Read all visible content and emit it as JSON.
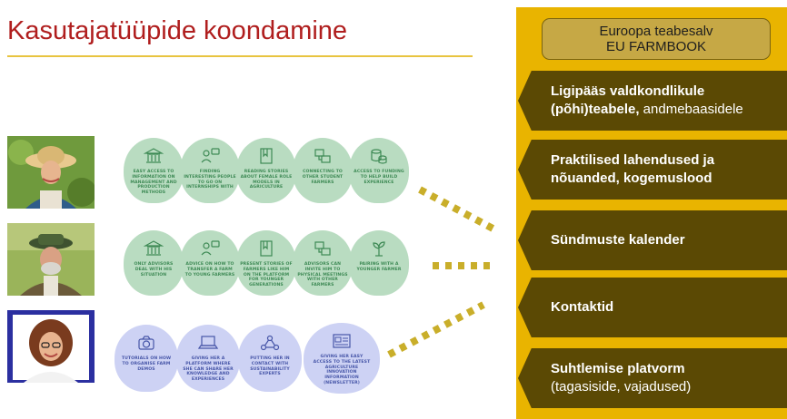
{
  "slide": {
    "title": "Kasutajatüüpide koondamine",
    "accent_color": "#e8c440",
    "title_color": "#b01e1e"
  },
  "personas": [
    {
      "bubbles": [
        {
          "icon": "building-icon",
          "text": "Easy access to information on management and production methods"
        },
        {
          "icon": "people-chat-icon",
          "text": "Finding interesting people to go on internships with"
        },
        {
          "icon": "book-icon",
          "text": "Reading stories about female role models in agriculture"
        },
        {
          "icon": "connect-icon",
          "text": "Connecting to other student farmers"
        },
        {
          "icon": "coins-icon",
          "text": "Access to funding to help build experience"
        }
      ]
    },
    {
      "bubbles": [
        {
          "icon": "building-icon",
          "text": "Only advisors deal with his situation"
        },
        {
          "icon": "people-chat-icon",
          "text": "Advice on how to transfer a farm to young farmers"
        },
        {
          "icon": "book-icon",
          "text": "Present stories of farmers like him on the platform for younger generations"
        },
        {
          "icon": "connect-icon",
          "text": "Advisors can invite him to physical meetings with other farmers"
        },
        {
          "icon": "sprout-icon",
          "text": "Pairing with a younger farmer"
        }
      ]
    },
    {
      "bubbles": [
        {
          "icon": "camera-icon",
          "text": "Tutorials on how to organise farm demos"
        },
        {
          "icon": "laptop-icon",
          "text": "Giving her a platform where she can share her knowledge and experiences"
        },
        {
          "icon": "network-icon",
          "text": "Putting her in contact with sustainability experts"
        },
        {
          "icon": "newsletter-icon",
          "text": "Giving her easy access to the latest agriculture innovation information (newsletter)"
        }
      ]
    }
  ],
  "panel": {
    "header_line1": "Euroopa teabesalv",
    "header_line2": "EU FARMBOOK",
    "items": [
      {
        "bold": "Ligipääs valdkondlikule (põhi)teabele,",
        "normal": " andmebaasidele"
      },
      {
        "bold": "Praktilised lahendused ja nõuanded, kogemuslood",
        "normal": ""
      },
      {
        "bold": "Sündmuste kalender",
        "normal": ""
      },
      {
        "bold": "Kontaktid",
        "normal": ""
      },
      {
        "bold": "Suhtlemise platvorm",
        "normal": "(tagasiside, vajadused)"
      }
    ]
  }
}
